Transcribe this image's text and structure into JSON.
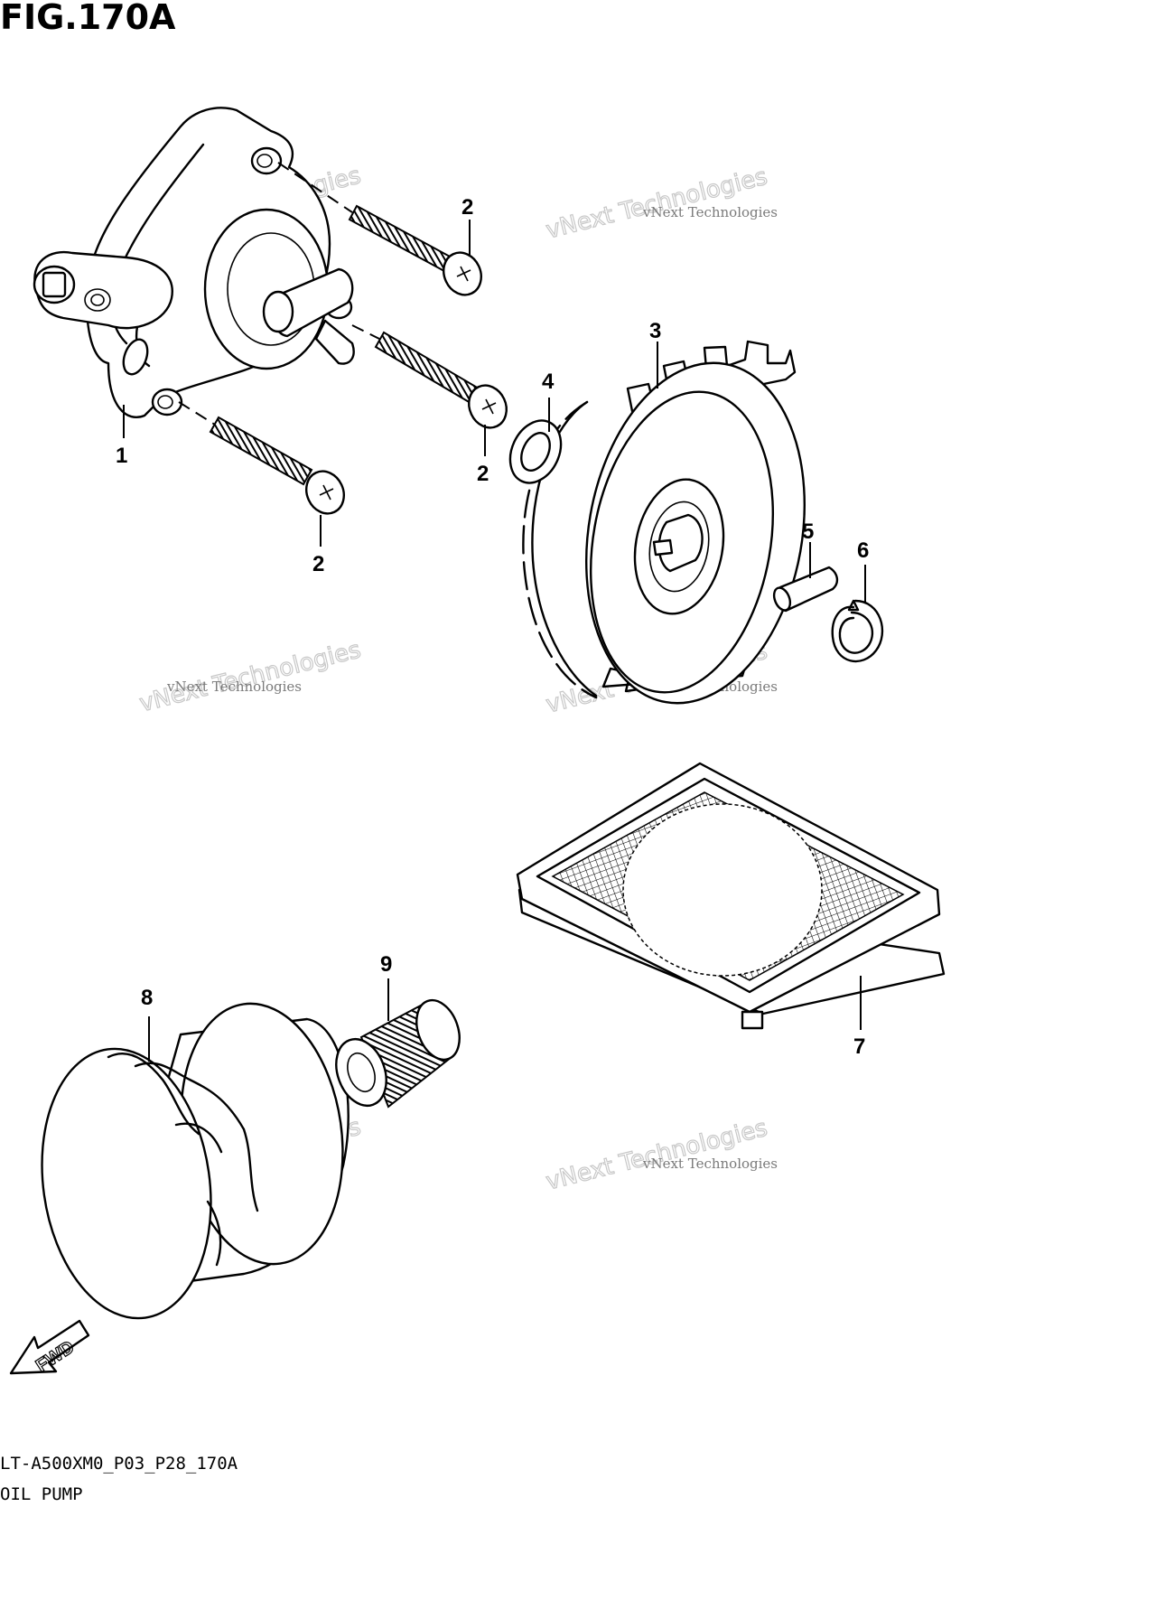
{
  "figure": {
    "title": "FIG.170A",
    "code": "LT-A500XM0_P03_P28_170A",
    "name": "OIL PUMP"
  },
  "watermark": {
    "line1": "vNext Technologies",
    "line2": "vNext Technologies"
  },
  "direction": {
    "label": "FWD"
  },
  "callouts": {
    "c1": "1",
    "c2a": "2",
    "c2b": "2",
    "c2c": "2",
    "c3": "3",
    "c4": "4",
    "c5": "5",
    "c6": "6",
    "c7": "7",
    "c8": "8",
    "c9": "9"
  },
  "parts": [
    {
      "ref": "1",
      "icon": "oil-pump-assembly-icon"
    },
    {
      "ref": "2",
      "icon": "bolt-icon"
    },
    {
      "ref": "3",
      "icon": "gear-icon"
    },
    {
      "ref": "4",
      "icon": "washer-icon"
    },
    {
      "ref": "5",
      "icon": "pin-icon"
    },
    {
      "ref": "6",
      "icon": "circlip-icon"
    },
    {
      "ref": "7",
      "icon": "strainer-icon"
    },
    {
      "ref": "8",
      "icon": "oil-filter-icon"
    },
    {
      "ref": "9",
      "icon": "union-bolt-icon"
    }
  ]
}
